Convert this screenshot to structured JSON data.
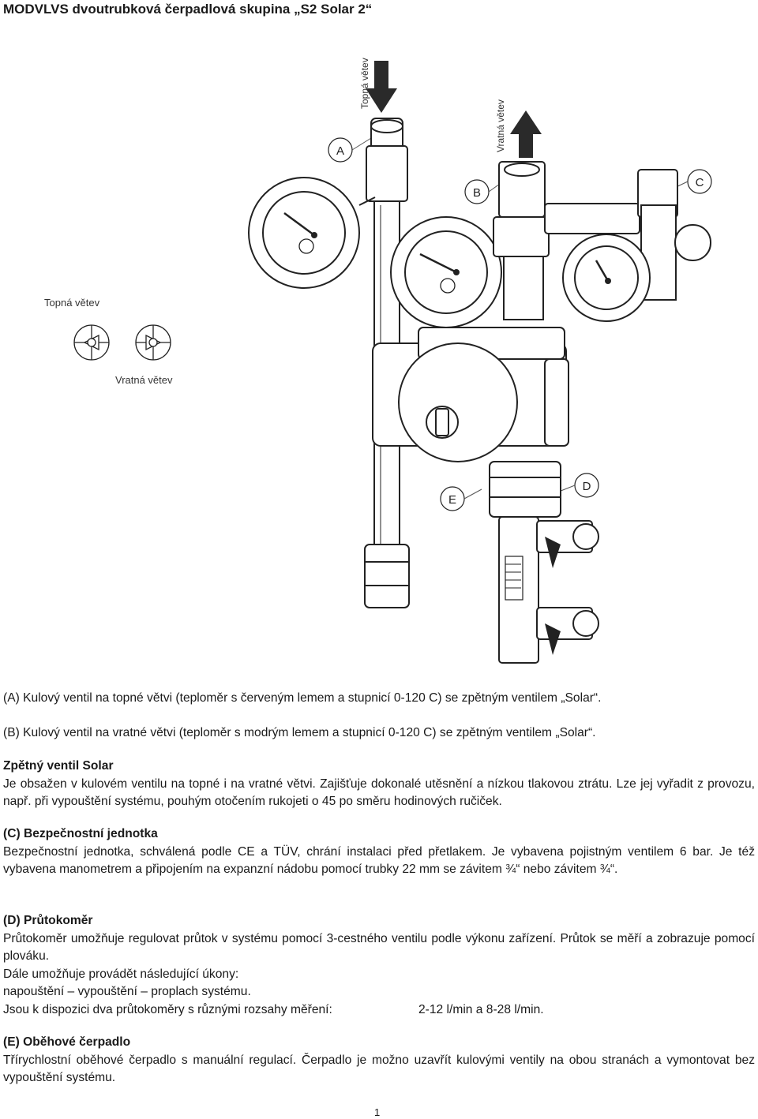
{
  "header": {
    "title": "MODVLVS dvoutrubková čerpadlová skupina „S2 Solar 2“"
  },
  "diagram": {
    "labels": {
      "a": "A",
      "b": "B",
      "c": "C",
      "d": "D",
      "e": "E",
      "flow_up": "Topná větev",
      "flow_down": "Vratná větev",
      "legend_top": "Topná větev",
      "legend_bottom": "Vratná větev"
    }
  },
  "captions": {
    "a": "(A) Kulový ventil na topné větvi (teploměr s červeným lemem a stupnicí 0-120 C) se zpětným ventilem „Solar“.",
    "b": "(B) Kulový ventil na vratné větvi (teploměr s modrým lemem a stupnicí 0-120 C) se zpětným ventilem „Solar“."
  },
  "sections": {
    "check_valve": {
      "heading": "Zpětný ventil Solar",
      "body": "Je obsažen v kulovém ventilu na topné i na vratné větvi. Zajišťuje dokonalé utěsnění a nízkou tlakovou ztrátu. Lze jej vyřadit z provozu, např. při vypouštění systému, pouhým otočením rukojeti o 45 po směru hodinových ručiček."
    },
    "safety": {
      "heading": "(C) Bezpečnostní jednotka",
      "body": "Bezpečnostní jednotka, schválená podle CE a TÜV, chrání instalaci před přetlakem. Je vybavena pojistným ventilem 6 bar. Je též vybavena manometrem a připojením na expanzní nádobu pomocí trubky 22 mm se závitem ¾“ nebo závitem ¾“."
    },
    "flowmeter": {
      "heading": "(D) Průtokoměr",
      "body": "Průtokoměr umožňuje regulovat průtok v systému pomocí 3-cestného ventilu podle výkonu zařízení. Průtok se měří a zobrazuje pomocí plováku.",
      "line1": "Dále umožňuje provádět následující úkony:",
      "line2": "napouštění – vypouštění – proplach systému.",
      "line3_label": "Jsou k dispozici dva průtokoměry s různými rozsahy měření:",
      "line3_value": "2-12 l/min a 8-28 l/min."
    },
    "pump": {
      "heading": "(E) Oběhové čerpadlo",
      "body": "Třírychlostní oběhové čerpadlo s manuální regulací. Čerpadlo je možno uzavřít kulovými ventily na obou stranách a vymontovat bez vypouštění systému."
    }
  },
  "footer": {
    "page_number": "1"
  }
}
